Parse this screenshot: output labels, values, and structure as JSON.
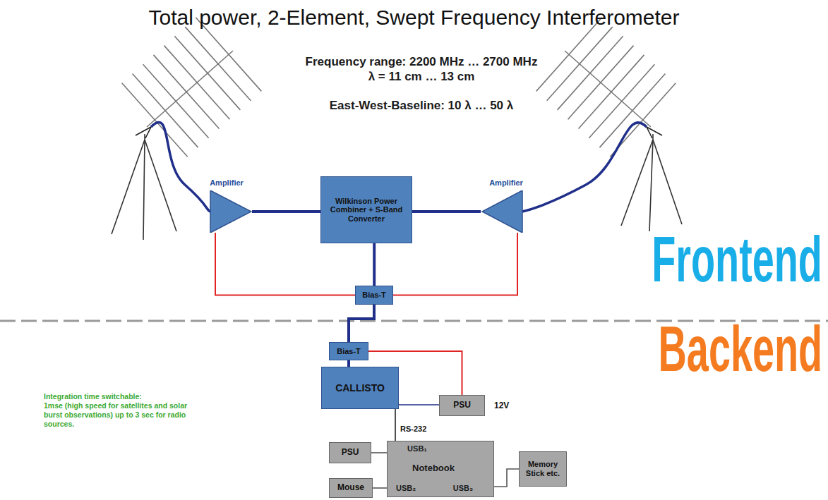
{
  "diagram": {
    "title": "Total power, 2-Element, Swept Frequency Interferometer",
    "nodes": [
      {
        "text": [
          "Amplifier"
        ]
      },
      {
        "text": [
          "Wilkinson Power Combiner + S-Band Converter"
        ]
      },
      {
        "text": [
          "Amplifier"
        ]
      },
      {
        "text": [
          "Bias-T"
        ]
      },
      {
        "text": [
          "Bias-T"
        ]
      },
      {
        "text": [
          "CALLISTO"
        ]
      },
      {
        "text": [
          "PSU"
        ]
      },
      {
        "text": [
          "PSU"
        ]
      },
      {
        "text": [
          "USB₁",
          "Notebook",
          "USB₂",
          "USB₃"
        ]
      },
      {
        "text": [
          "Mouse"
        ]
      },
      {
        "text": [
          "Memory Stick etc."
        ]
      }
    ],
    "edges": [
      {
        "from": 0,
        "to": 1,
        "arrow": "none"
      },
      {
        "from": 2,
        "to": 1,
        "arrow": "none"
      },
      {
        "from": 1,
        "to": 3,
        "arrow": "none"
      },
      {
        "from": 3,
        "to": 0,
        "arrow": "none"
      },
      {
        "from": 3,
        "to": 2,
        "arrow": "none"
      },
      {
        "from": 3,
        "to": 4,
        "arrow": "none"
      },
      {
        "from": 4,
        "to": 5,
        "arrow": "none"
      },
      {
        "from": 4,
        "to": 6,
        "arrow": "none"
      },
      {
        "from": 5,
        "to": 6,
        "arrow": "none"
      },
      {
        "from": 5,
        "to": 8,
        "label": "RS-232",
        "arrow": "none"
      },
      {
        "from": 7,
        "to": 8,
        "arrow": "none"
      },
      {
        "from": 9,
        "to": 8,
        "arrow": "none"
      },
      {
        "from": 8,
        "to": 10,
        "arrow": "none"
      }
    ],
    "labels": [
      "Frequency range: 2200 MHz … 2700 MHz",
      "λ = 11 cm … 13 cm",
      "East-West-Baseline: 10 λ … 50 λ",
      "Frontend",
      "Backend",
      "12V",
      "Integration time switchable:",
      "1mse (high speed for satellites and solar burst observations) up to 3 sec for radio sources."
    ]
  }
}
